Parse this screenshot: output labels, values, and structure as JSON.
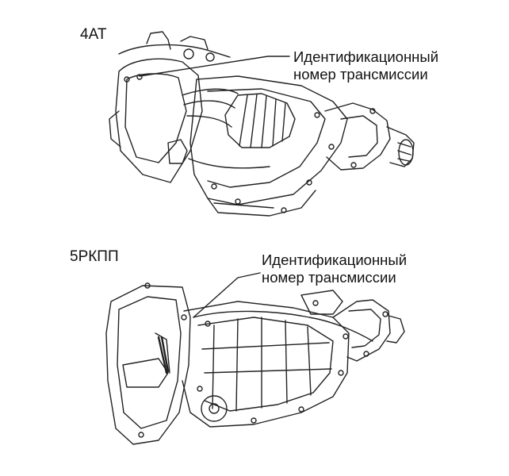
{
  "top_section": {
    "label": "4AT",
    "callout_line1": "Идентификационный",
    "callout_line2": "номер трансмиссии"
  },
  "bottom_section": {
    "label": "5РКПП",
    "callout_line1": "Идентификационный",
    "callout_line2": "номер трансмиссии"
  }
}
